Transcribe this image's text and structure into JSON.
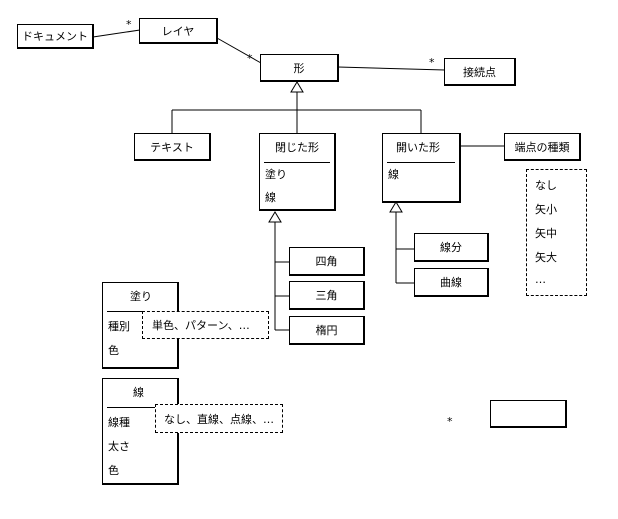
{
  "boxes": {
    "document": "ドキュメント",
    "layer": "レイヤ",
    "shape": "形",
    "connection_point": "接続点",
    "text": "テキスト",
    "closed_shape": {
      "title": "閉じた形",
      "attrs": [
        "塗り",
        "線"
      ]
    },
    "open_shape": {
      "title": "開いた形",
      "attrs": [
        "線"
      ]
    },
    "endpoint_type": "端点の種類",
    "square": "四角",
    "triangle": "三角",
    "ellipse": "楕円",
    "line_segment": "線分",
    "curve": "曲線",
    "fill": {
      "title": "塗り",
      "attrs": [
        "種別",
        "色"
      ]
    },
    "line": {
      "title": "線",
      "attrs": [
        "線種",
        "太さ",
        "色"
      ]
    },
    "empty_box": ""
  },
  "notes": {
    "endpoint_values": [
      "なし",
      "矢小",
      "矢中",
      "矢大",
      "…"
    ],
    "fill_kind_values": "単色、パターン、…",
    "line_kind_values": "なし、直線、点線、…"
  },
  "multiplicity": {
    "doc_layer": "*",
    "layer_shape": "*",
    "shape_connection": "*",
    "stray": "*"
  }
}
